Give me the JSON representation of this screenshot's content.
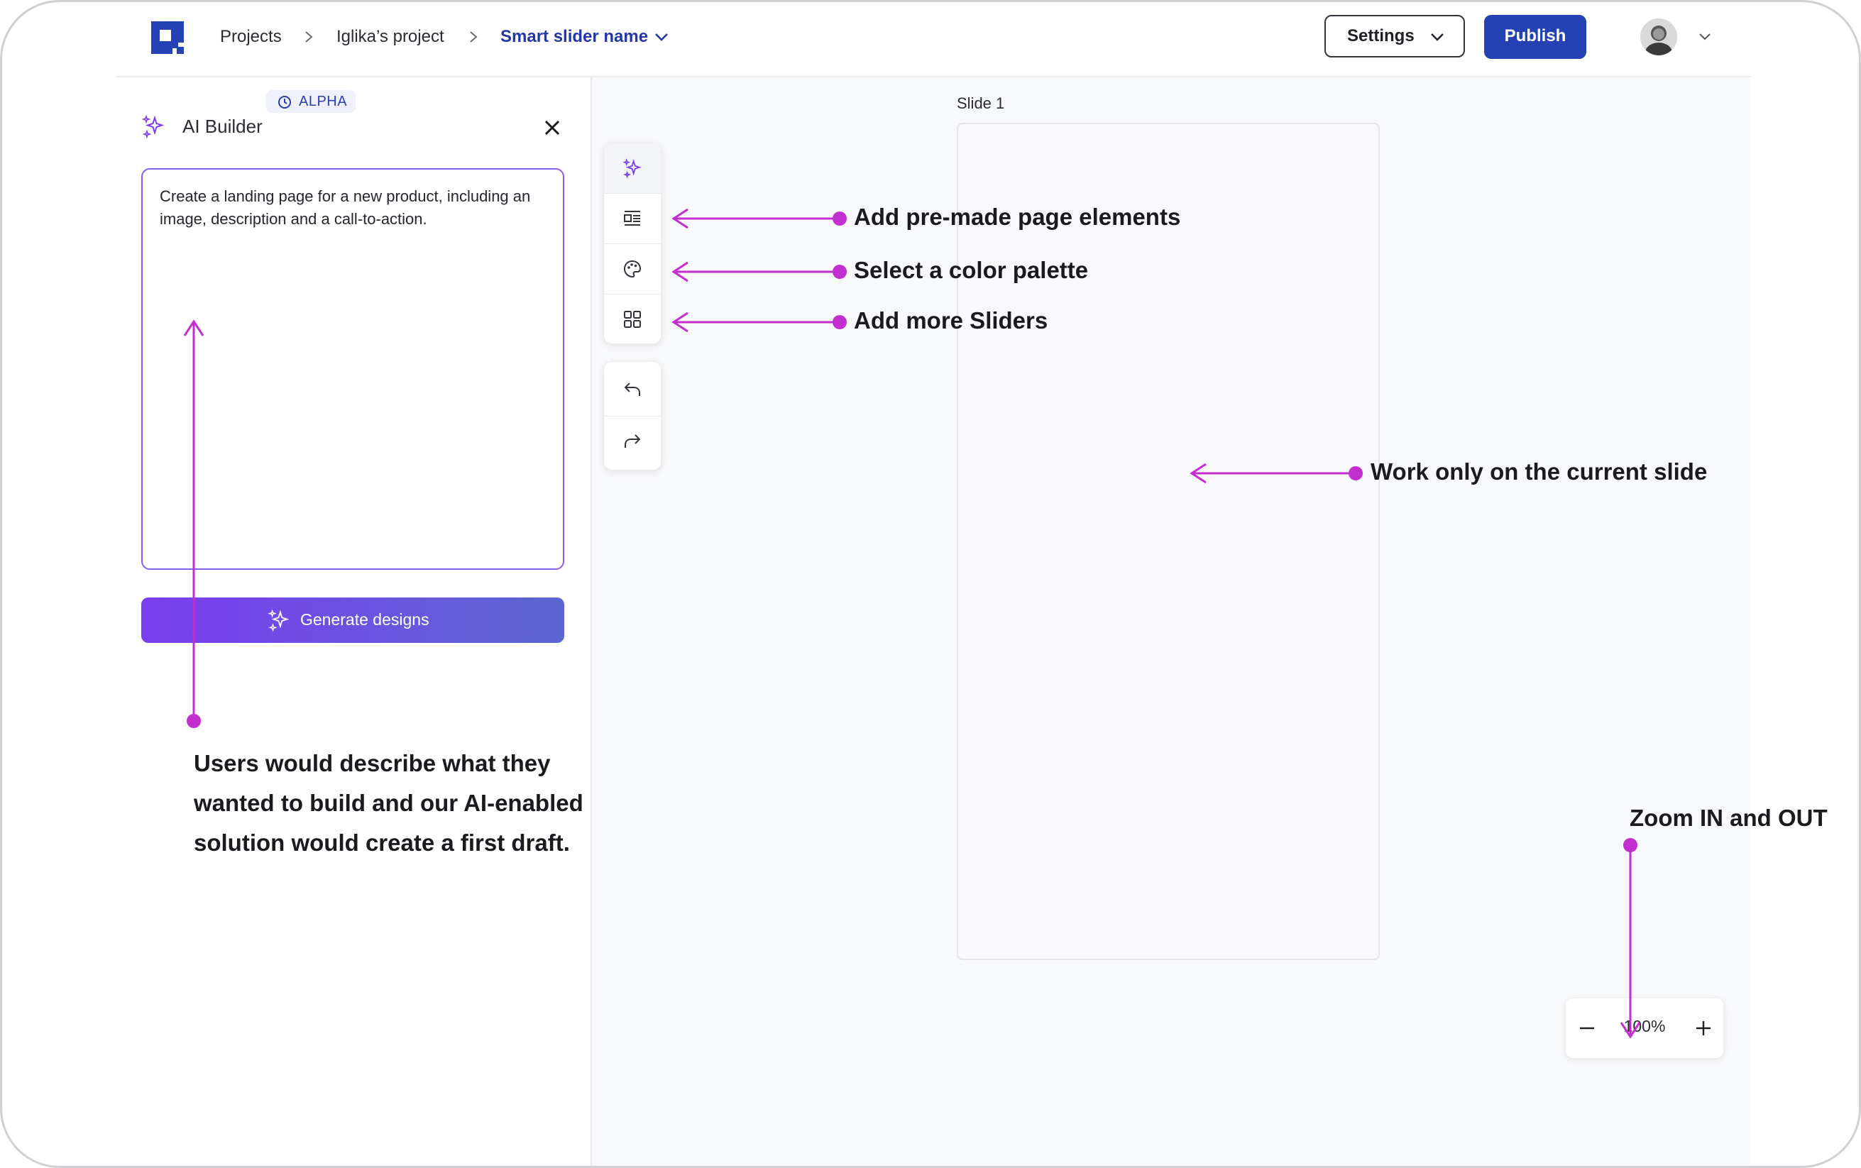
{
  "header": {
    "breadcrumbs": [
      "Projects",
      "Iglika’s project",
      "Smart slider name"
    ],
    "settings_label": "Settings",
    "publish_label": "Publish"
  },
  "sidebar": {
    "badge": "ALPHA",
    "title": "AI Builder",
    "prompt_text": "Create a landing page for a new product, including an image, description and a call-to-action.",
    "generate_label": "Generate designs"
  },
  "toolbar": {
    "tools": [
      "ai-sparkle",
      "page-elements",
      "color-palette",
      "sliders-grid"
    ],
    "history": [
      "undo",
      "redo"
    ]
  },
  "canvas": {
    "slide_label": "Slide 1"
  },
  "zoom": {
    "value": "100%"
  },
  "annotations": {
    "page_elements": "Add pre-made page elements",
    "color_palette": "Select a color palette",
    "more_sliders": "Add more Sliders",
    "current_slide": "Work only on the current slide",
    "zoom": "Zoom IN and OUT",
    "describe_line1": "Users would describe what they",
    "describe_line2": "wanted to build and our AI-enabled",
    "describe_line3": "solution would create a first draft."
  },
  "colors": {
    "brand": "#2442b3",
    "annotation": "#c32fcf",
    "accent_purple": "#7b3df0"
  }
}
